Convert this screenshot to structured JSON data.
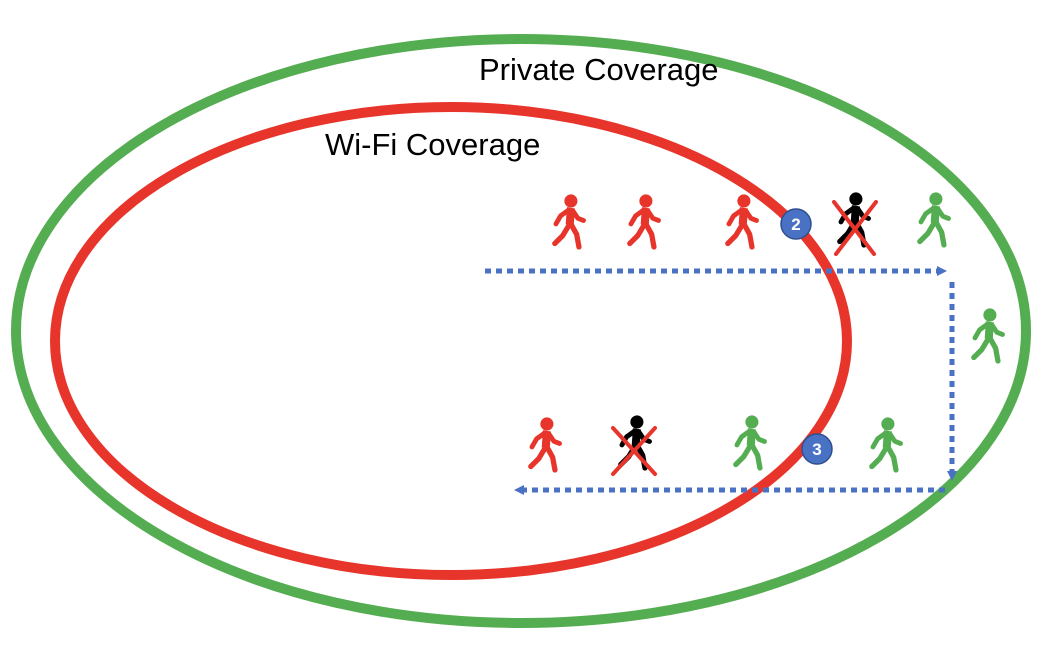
{
  "labels": {
    "private": "Private Coverage",
    "wifi": "Wi-Fi Coverage"
  },
  "markers": {
    "m2": "2",
    "m3": "3"
  },
  "colors": {
    "private_coverage": "#55ad52",
    "wifi_coverage": "#e8352b",
    "path": "#4a72c4",
    "marker_fill": "#4a72c4",
    "walker_wifi": "#e8352b",
    "walker_private": "#55ad52",
    "walker_disconnected": "#000000",
    "cross": "#e8352b"
  },
  "icons": {
    "walker": "walking-person-icon",
    "cross": "cross-out-icon"
  }
}
